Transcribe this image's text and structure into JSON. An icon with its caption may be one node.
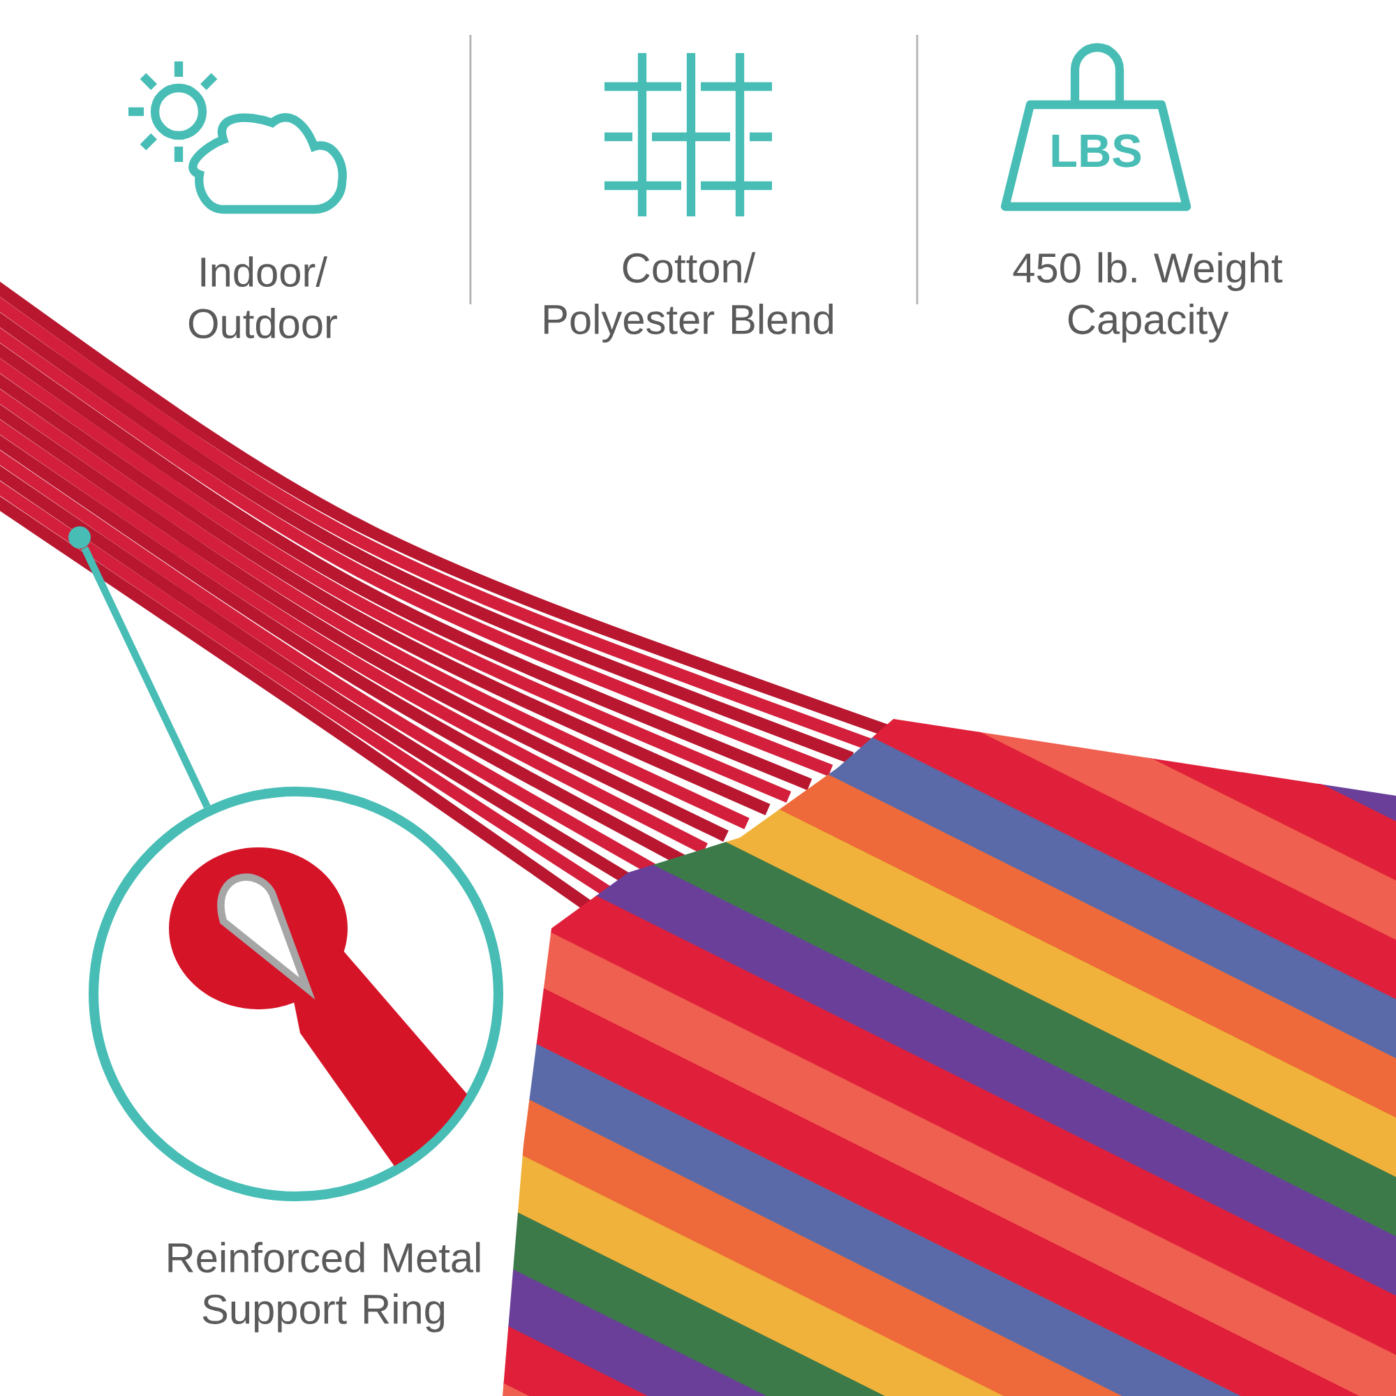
{
  "diagram": {
    "nodes": [
      {
        "text": [],
        "shape": "picture",
        "beside": [
          "Reinforced Metal Support Ring"
        ]
      },
      {
        "text": [],
        "shape": "circle"
      }
    ],
    "edges": [
      {
        "from": 1,
        "to": 0,
        "arrow": "none"
      }
    ],
    "labels": [
      "LBS",
      "Indoor/ Outdoor",
      "Cotton/ Polyester Blend",
      "450 lb. Weight Capacity"
    ]
  }
}
